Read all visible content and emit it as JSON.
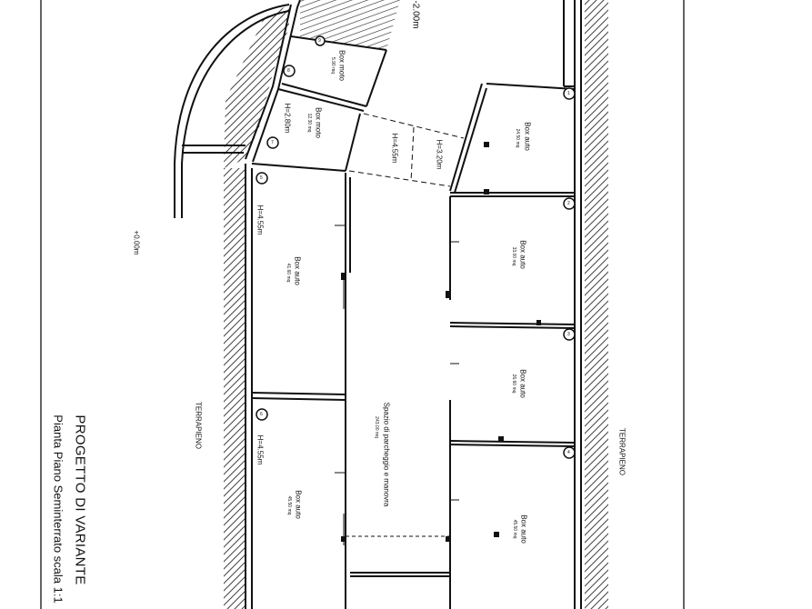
{
  "title": {
    "project": "PROGETTO DI VARIANTE",
    "subtitle": "Pianta Piano Seminterrato  scala 1:1"
  },
  "labels": {
    "terrapieno_left": "TERRAPIENO",
    "terrapieno_right": "TERRAPIENO",
    "level_0": "+0.00m",
    "level_top": "-2.00m",
    "h_455_top": "H=4.55m",
    "h_320": "H=3.20m",
    "h_280": "H=2.80m",
    "h_455_left": "H=4.55m",
    "h_455_lower": "H=4.55m"
  },
  "rooms": [
    {
      "name": "Box moto",
      "area": "5.90 mq"
    },
    {
      "name": "Box moto",
      "area": "12.30 mq"
    },
    {
      "name": "Box auto",
      "area": "24.50 mq"
    },
    {
      "name": "Box auto",
      "area": "41.60 mq"
    },
    {
      "name": "Box auto",
      "area": "33.00 mq"
    },
    {
      "name": "Box auto",
      "area": "26.60 mq"
    },
    {
      "name": "Spazio di parcheggio e manovra",
      "area": "243.00 mq"
    },
    {
      "name": "Box auto",
      "area": "45.50 mq"
    },
    {
      "name": "Box auto",
      "area": "45.50 mq"
    }
  ],
  "columns": [
    {
      "id": "1"
    },
    {
      "id": "2"
    },
    {
      "id": "3"
    },
    {
      "id": "4"
    },
    {
      "id": "5"
    },
    {
      "id": "6"
    },
    {
      "id": "7"
    },
    {
      "id": "8"
    },
    {
      "id": "9"
    }
  ],
  "colors": {
    "line": "#111111",
    "hatch": "#444444",
    "paper": "#ffffff"
  }
}
